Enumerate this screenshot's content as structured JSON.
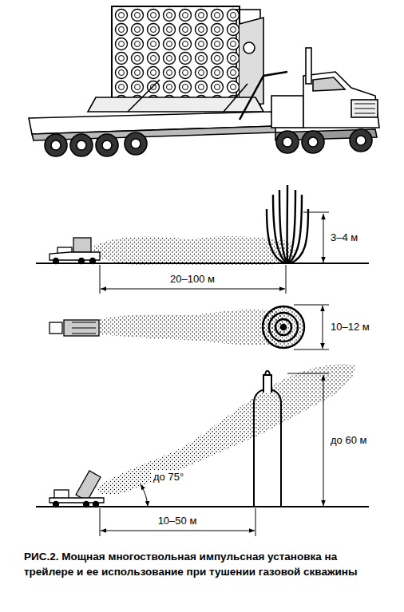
{
  "diagram": {
    "caption": "РИС.2. Мощная многоствольная импульсная установка на трейлере и ее использование при тушении газовой скважины",
    "labels": [
      "3–4 м",
      "20–100 м",
      "10–12 м",
      "до 60 м",
      "до 75°",
      "10–50 м"
    ]
  }
}
